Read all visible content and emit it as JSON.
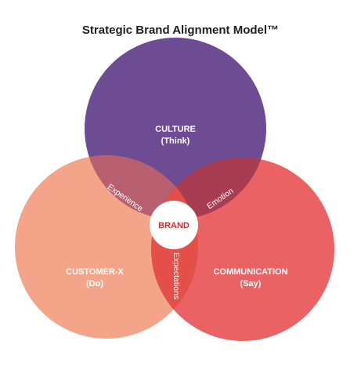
{
  "title": "Strategic Brand Alignment Model™",
  "circles": [
    {
      "id": "culture",
      "label": "CULTURE",
      "sublabel": "(Think)",
      "color": "#6e4c94"
    },
    {
      "id": "customer",
      "label": "CUSTOMER-X",
      "sublabel": "(Do)",
      "color": "#f4a488"
    },
    {
      "id": "communication",
      "label": "COMMUNICATION",
      "sublabel": "(Say)",
      "color": "#ea6264"
    }
  ],
  "overlaps": {
    "experience": {
      "label": "Experience",
      "color": "#b86070"
    },
    "emotion": {
      "label": "Emotion",
      "color": "#a83c52"
    },
    "expectations": {
      "label": "Expectations",
      "color": "#e44f4a"
    }
  },
  "center": {
    "label": "BRAND",
    "color": "#ffffff",
    "text_color": "#d42b2f"
  }
}
